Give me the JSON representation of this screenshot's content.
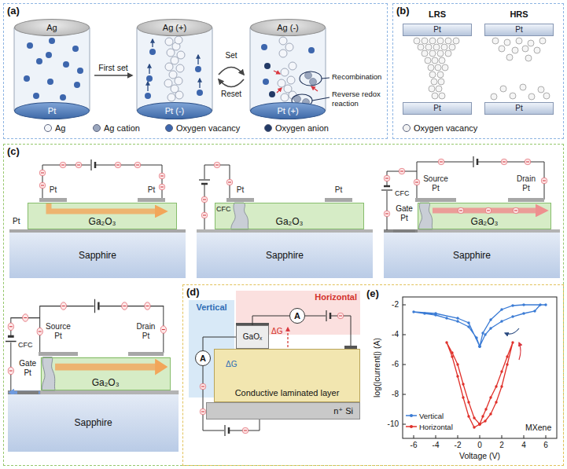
{
  "diagram": {
    "nodes": [
      {
        "text": [
          "(a)"
        ]
      },
      {
        "text": [
          "Ag"
        ],
        "in": 0
      },
      {
        "text": [
          "Pt"
        ],
        "in": 0
      },
      {
        "text": [
          "Ag (+)"
        ],
        "in": 0
      },
      {
        "text": [
          "Pt (-)"
        ],
        "in": 0
      },
      {
        "text": [
          "Ag (-)"
        ],
        "in": 0
      },
      {
        "text": [
          "Pt (+)"
        ],
        "in": 0
      },
      {
        "text": [
          "(b)"
        ]
      },
      {
        "text": [
          "Pt"
        ],
        "in": 7
      },
      {
        "text": [
          "Pt"
        ],
        "in": 7
      },
      {
        "text": [
          "Pt"
        ],
        "in": 7
      },
      {
        "text": [
          "Pt"
        ],
        "in": 7
      },
      {
        "text": [
          "(c)"
        ]
      },
      {
        "text": [
          "Pt"
        ],
        "in": 12
      },
      {
        "text": [
          "Pt"
        ],
        "in": 12
      },
      {
        "text": [
          "Pt"
        ],
        "in": 12
      },
      {
        "text": [
          "Ga₂O₃"
        ],
        "in": 12
      },
      {
        "text": [
          "Sapphire"
        ],
        "in": 12
      },
      {
        "text": [
          "Pt"
        ],
        "in": 12
      },
      {
        "text": [
          "Pt"
        ],
        "in": 12
      },
      {
        "text": [
          "Ga₂O₃"
        ],
        "in": 12
      },
      {
        "text": [
          "Sapphire"
        ],
        "in": 12
      },
      {
        "text": [
          "Source",
          "Pt"
        ],
        "in": 12
      },
      {
        "text": [
          "Drain",
          "Pt"
        ],
        "in": 12
      },
      {
        "text": [
          "Gate",
          "Pt"
        ],
        "in": 12
      },
      {
        "text": [
          "Ga₂O₃"
        ],
        "in": 12
      },
      {
        "text": [
          "Sapphire"
        ],
        "in": 12
      },
      {
        "text": [
          "Source",
          "Pt"
        ],
        "in": 12
      },
      {
        "text": [
          "Drain",
          "Pt"
        ],
        "in": 12
      },
      {
        "text": [
          "Gate",
          "Pt"
        ],
        "in": 12
      },
      {
        "text": [
          "Ga₂O₃"
        ],
        "in": 12
      },
      {
        "text": [
          "Sapphire"
        ],
        "in": 12
      },
      {
        "text": [
          "(d)"
        ],
        "in": 12
      },
      {
        "text": [
          "Vertical"
        ],
        "in": 32
      },
      {
        "text": [
          "Horizontal"
        ],
        "in": 32
      },
      {
        "text": [
          "GaOₓ"
        ],
        "in": 32
      },
      {
        "text": [
          "Conductive laminated layer"
        ],
        "in": 32
      },
      {
        "text": [
          "n⁺ Si"
        ],
        "in": 32
      },
      {
        "text": [
          "A"
        ],
        "in": 32
      },
      {
        "text": [
          "A"
        ],
        "in": 32
      }
    ],
    "edges": [
      {
        "from": 38,
        "to": 35,
        "arrow": "none"
      },
      {
        "from": 39,
        "to": 35,
        "arrow": "none"
      }
    ],
    "labels": [
      "First set",
      "Set",
      "Reset",
      "Recombination",
      "Reverse redox reaction",
      "LRS",
      "HRS",
      "CFC",
      "CFC",
      "CFC",
      "ΔG",
      "ΔG",
      "(e)",
      "-2",
      "-4",
      "-6",
      "-8",
      "-10",
      "-6",
      "-4",
      "-2",
      "0",
      "2",
      "4",
      "6",
      "log(|current|) (A)",
      "Voltage (V)",
      "MXene"
    ],
    "legend": [
      {
        "text": "Ag",
        "color": "#f4f6fa"
      },
      {
        "text": "Ag cation",
        "color": "#9aa6bd"
      },
      {
        "text": "Oxygen vacancy",
        "color": "#3d66ad"
      },
      {
        "text": "Oxygen anion",
        "color": "#233a66"
      },
      {
        "text": "Oxygen vacancy",
        "color": "#f2f2f2"
      },
      {
        "text": "Vertical"
      },
      {
        "text": "Horizontal"
      }
    ]
  }
}
